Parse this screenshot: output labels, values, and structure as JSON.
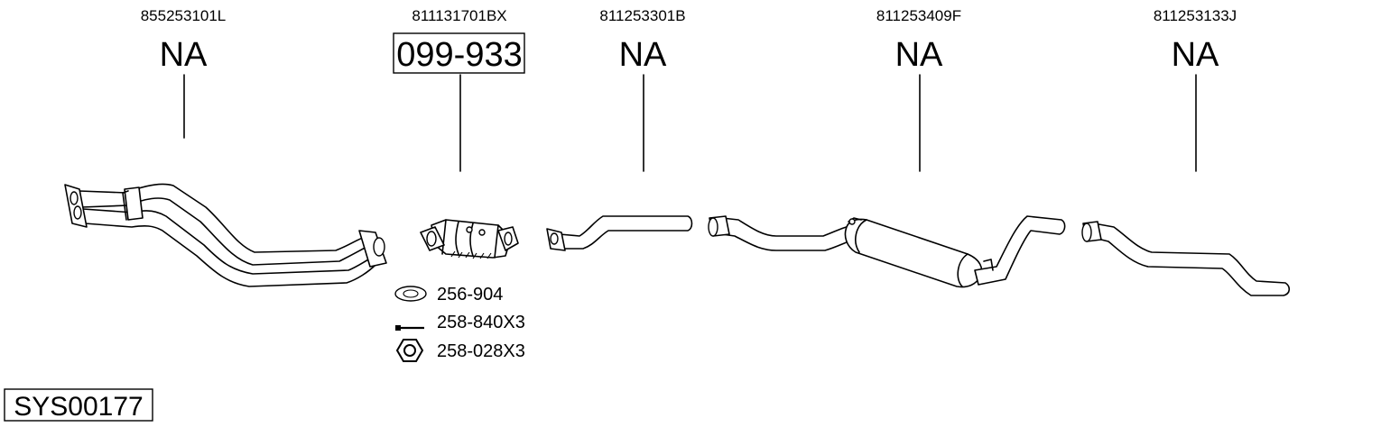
{
  "diagram": {
    "parts": [
      {
        "oem": "855253101L",
        "code": "NA",
        "boxed": false
      },
      {
        "oem": "811131701BX",
        "code": "099-933",
        "boxed": true
      },
      {
        "oem": "811253301B",
        "code": "NA",
        "boxed": false
      },
      {
        "oem": "811253409F",
        "code": "NA",
        "boxed": false
      },
      {
        "oem": "811253133J",
        "code": "NA",
        "boxed": false
      }
    ],
    "accessories": [
      {
        "code": "256-904",
        "icon": "gasket-icon"
      },
      {
        "code": "258-840X3",
        "icon": "bolt-icon"
      },
      {
        "code": "258-028X3",
        "icon": "nut-icon"
      }
    ],
    "system_code": "SYS00177"
  }
}
